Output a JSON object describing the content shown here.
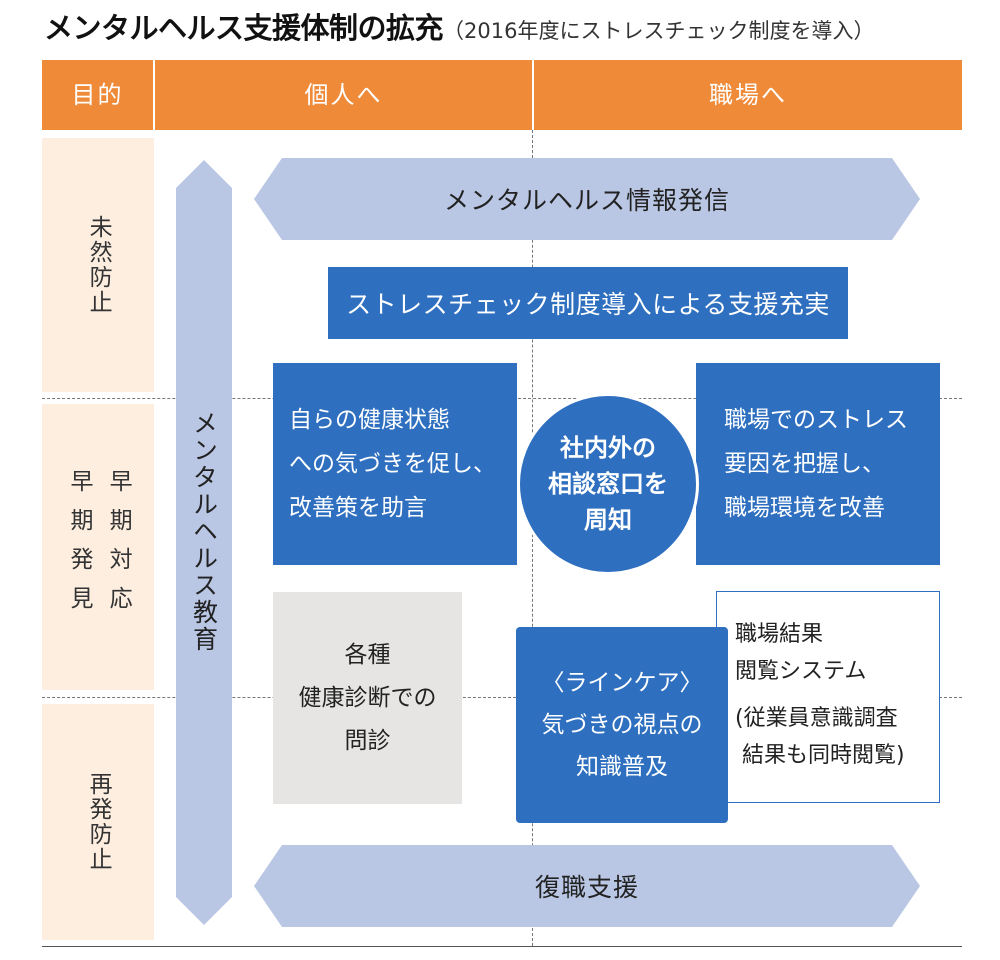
{
  "title": {
    "main": "メンタルヘルス支援体制の拡充",
    "sub": "（2016年度にストレスチェック制度を導入）"
  },
  "header": {
    "purpose": "目的",
    "individual": "個人へ",
    "workplace": "職場へ"
  },
  "stages": {
    "prevention": "未然防止",
    "early": {
      "col1": "早期対応",
      "col2": "早期発見"
    },
    "recurrence": "再発防止"
  },
  "education": "メンタルヘルス教育",
  "info_arrow": "メンタルヘルス情報発信",
  "stress_check": "ストレスチェック制度導入による支援充実",
  "self_awareness": [
    "自らの健康状態",
    "への気づきを促し、",
    "改善策を助言"
  ],
  "consultation": [
    "社内外の",
    "相談窓口を",
    "周知"
  ],
  "workplace_stress": [
    "職場でのストレス",
    "要因を把握し、",
    "職場環境を改善"
  ],
  "health_checkup": [
    "各種",
    "健康診断での",
    "問診"
  ],
  "line_care": [
    "〈ラインケア〉",
    "気づきの視点の",
    "知識普及"
  ],
  "results_system": {
    "lines": [
      "職場結果",
      "閲覧システム"
    ],
    "note": [
      "(従業員意識調査",
      " 結果も同時閲覧)"
    ]
  },
  "return_support": "復職支援",
  "colors": {
    "header_orange": "#ee8a38",
    "stage_peach": "#fdeee0",
    "light_blue": "#b9c7e4",
    "dark_blue": "#2e6fbf",
    "gray_box": "#e6e5e3"
  }
}
